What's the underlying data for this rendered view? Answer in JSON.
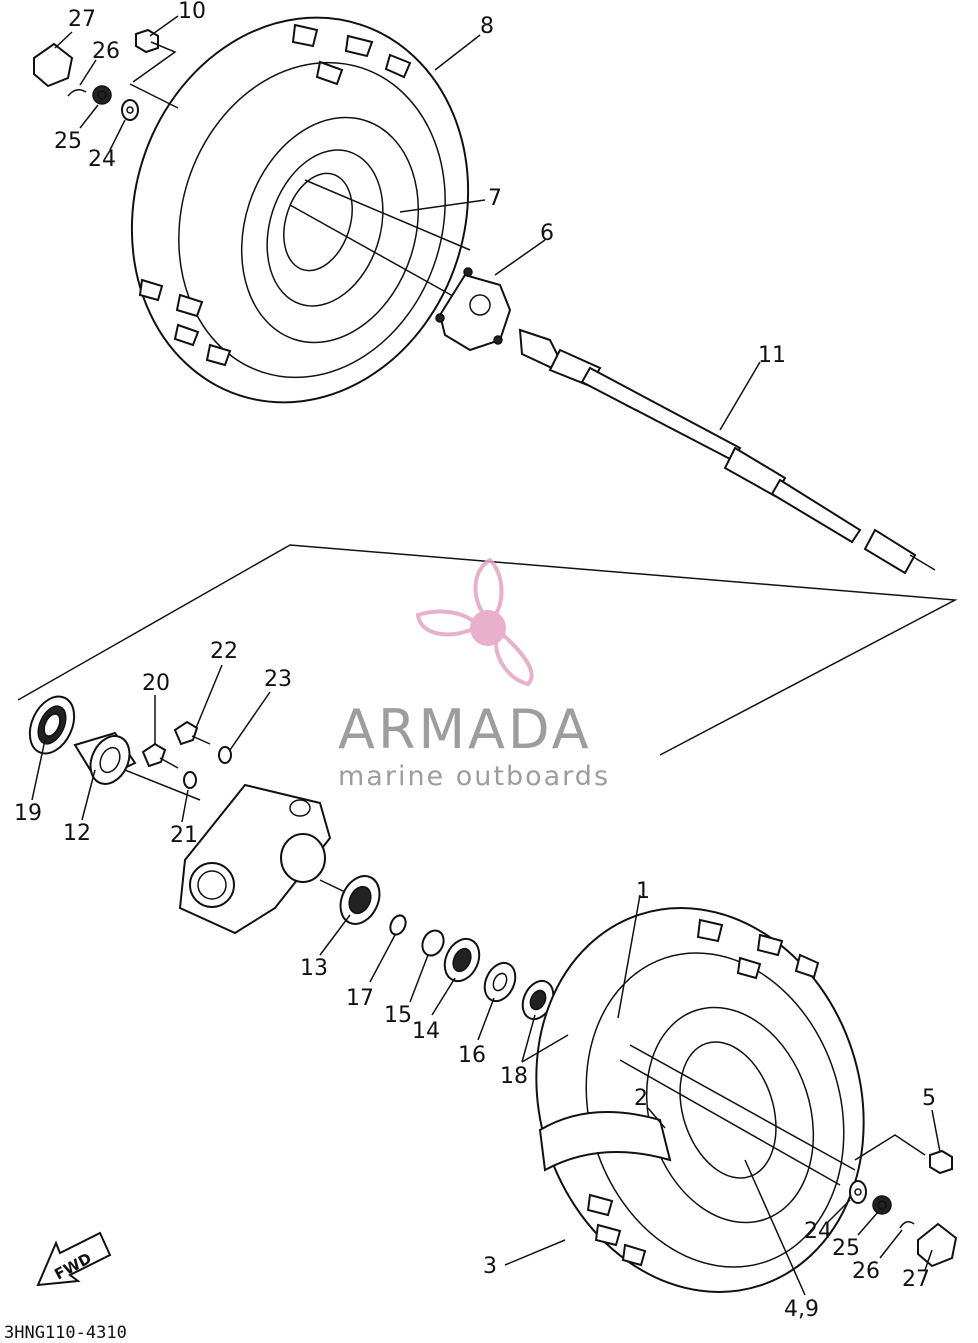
{
  "diagram": {
    "drawing_code": "3HNG110-4310",
    "fwd_label": "FWD",
    "labels": {
      "p1": "1",
      "p2": "2",
      "p3": "3",
      "p49": "4,9",
      "p5": "5",
      "p6": "6",
      "p7": "7",
      "p8": "8",
      "p10": "10",
      "p11": "11",
      "p12": "12",
      "p13": "13",
      "p14": "14",
      "p15": "15",
      "p16": "16",
      "p17": "17",
      "p18": "18",
      "p19": "19",
      "p20": "20",
      "p21": "21",
      "p22": "22",
      "p23": "23",
      "p24a": "24",
      "p25a": "25",
      "p26a": "26",
      "p27a": "27",
      "p24b": "24",
      "p25b": "25",
      "p26b": "26",
      "p27b": "27"
    }
  },
  "watermark": {
    "brand": "ARMADA",
    "tagline": "marine outboards",
    "logo_color": "#e6a3c4",
    "text_color": "#8c8c8c"
  }
}
